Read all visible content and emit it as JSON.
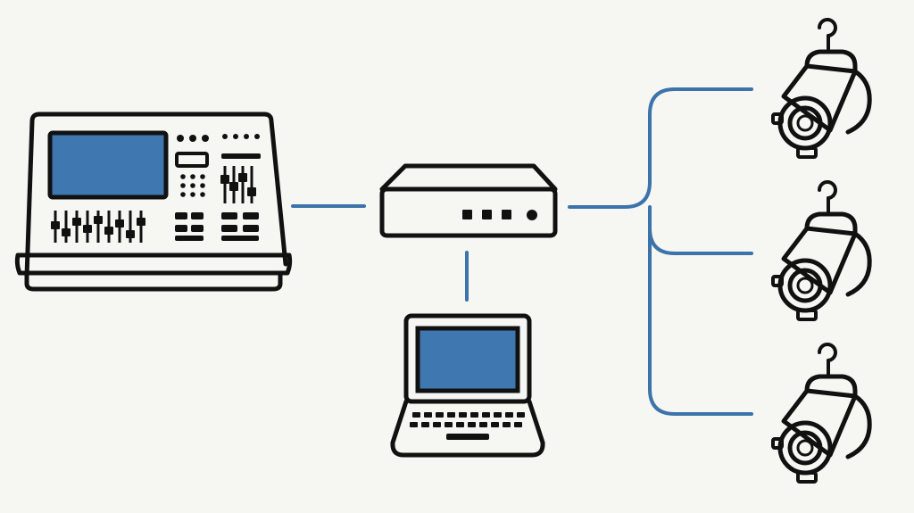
{
  "diagram": {
    "nodes": [
      {
        "id": "console",
        "icon": "lighting-console-icon"
      },
      {
        "id": "switch",
        "icon": "network-switch-icon"
      },
      {
        "id": "laptop",
        "icon": "laptop-icon"
      },
      {
        "id": "fixture-1",
        "icon": "spotlight-icon"
      },
      {
        "id": "fixture-2",
        "icon": "spotlight-icon"
      },
      {
        "id": "fixture-3",
        "icon": "spotlight-icon"
      }
    ],
    "edges": [
      {
        "from": "console",
        "to": "switch"
      },
      {
        "from": "switch",
        "to": "laptop"
      },
      {
        "from": "switch",
        "to": "fixture-1"
      },
      {
        "from": "switch",
        "to": "fixture-2"
      },
      {
        "from": "switch",
        "to": "fixture-3"
      }
    ]
  },
  "colors": {
    "background": "#f6f6f3",
    "outline": "#111111",
    "screen": "#3f78b0",
    "connection": "#3b73aa"
  }
}
